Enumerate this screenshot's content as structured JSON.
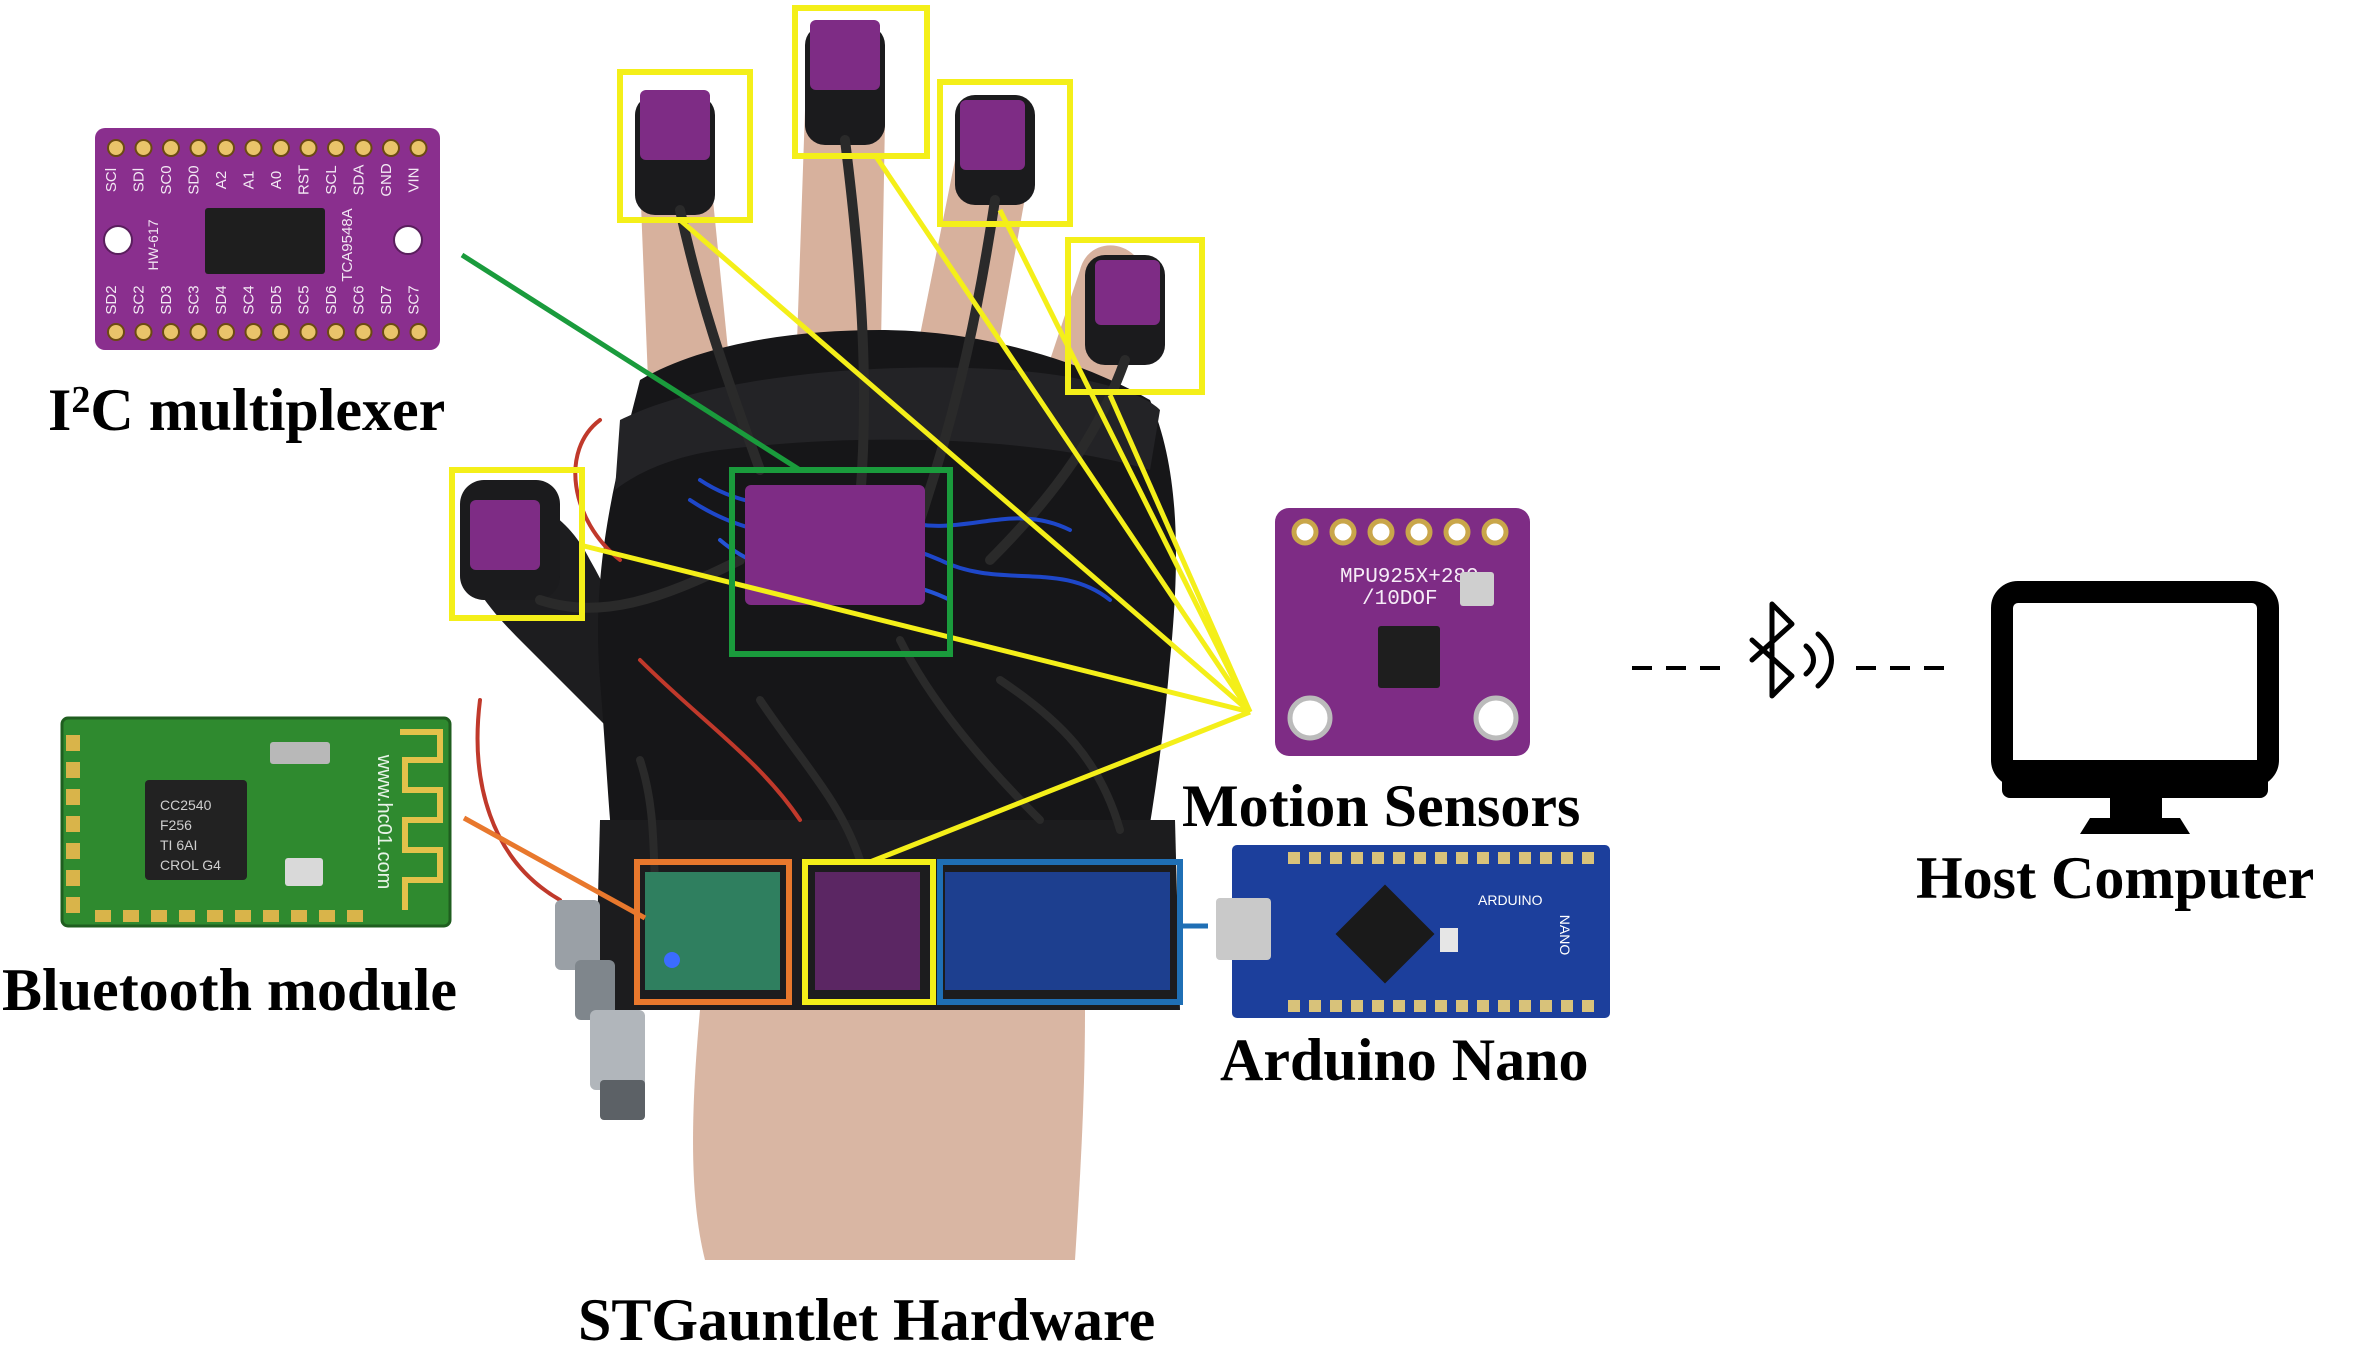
{
  "labels": {
    "i2c_prefix": "I",
    "i2c_sup": "2",
    "i2c_suffix": "C multiplexer",
    "bluetooth": "Bluetooth module",
    "motion": "Motion Sensors",
    "arduino": "Arduino Nano",
    "host": "Host Computer",
    "hardware": "STGauntlet Hardware"
  },
  "boards": {
    "mux_top_pins": [
      "SCl",
      "SDl",
      "SC0",
      "SD0",
      "A2",
      "A1",
      "A0",
      "RST",
      "SCL",
      "SDA",
      "GND",
      "VIN"
    ],
    "mux_bottom_pins": [
      "SD2",
      "SC2",
      "SD3",
      "SC3",
      "SD4",
      "SC4",
      "SD5",
      "SC5",
      "SD6",
      "SC6",
      "SD7",
      "SC7"
    ],
    "mux_model": "TCA9548A",
    "mux_code": "HW-617",
    "bt_chip": "CC2540",
    "bt_chip_lines": [
      "F256",
      "TI 6AI",
      "CROL G4"
    ],
    "bt_url": "www.hc01.com",
    "mpu_model": "MPU925X+280",
    "mpu_sub": "/10DOF",
    "nano_name": "ARDUINO",
    "nano_sub": "NANO"
  },
  "colors": {
    "sensor_box": "#f4ef19",
    "mux_box": "#1a9b3c",
    "bt_box": "#e8782d",
    "nano_box": "#1f6fb5",
    "mux_board": "#8a2f8e",
    "mpu_board": "#7e2c85",
    "bt_board": "#2f8a2f",
    "nano_board": "#1c3f9c"
  },
  "icons": {
    "bluetooth": "bluetooth-icon",
    "monitor": "monitor-icon"
  }
}
